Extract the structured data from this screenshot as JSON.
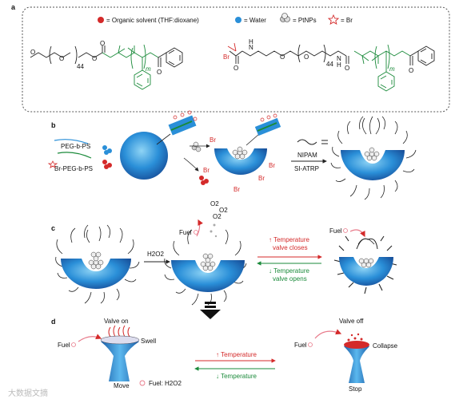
{
  "panels": {
    "a": "a",
    "b": "b",
    "c": "c",
    "d": "d"
  },
  "legend": {
    "organic": "= Organic solvent (THF:dioxane)",
    "water": "= Water",
    "ptnps": "= PtNPs",
    "br": "= Br"
  },
  "polymer": {
    "left_peg_n": "44",
    "left_ps_m": "m",
    "right_br": "Br",
    "right_nh1": "N",
    "right_nh1_h": "H",
    "right_nh2": "N",
    "right_nh2_h": "H",
    "right_peg_n": "44",
    "right_ps_m": "m"
  },
  "panel_b": {
    "peg_ps": "PEG-b-PS",
    "br_peg_ps": "Br-PEG-b-PS",
    "br1": "Br",
    "br2": "Br",
    "br3": "Br",
    "br4": "Br",
    "br5": "Br",
    "nipam": "NIPAM",
    "si_atrp": "SI-ATRP"
  },
  "panel_c": {
    "h2o2": "H2O2",
    "fuel1": "Fuel",
    "o2a": "O2",
    "o2b": "O2",
    "o2c": "O2",
    "temp_up": "Temperature",
    "valve_closes": "valve closes",
    "temp_down": "Temperature",
    "valve_opens": "valve opens",
    "fuel2": "Fuel"
  },
  "panel_d": {
    "valve_on": "Valve on",
    "fuel_left": "Fuel",
    "swell": "Swell",
    "move": "Move",
    "fuel_h2o2": "Fuel: H2O2",
    "temp_up": "Temperature",
    "temp_down": "Temperature",
    "valve_off": "Valve off",
    "fuel_right": "Fuel",
    "collapse": "Collapse",
    "stop": "Stop"
  },
  "watermark": "大数据文摘",
  "colors": {
    "red": "#d42a2a",
    "blue": "#2a8fd8",
    "green": "#1a8a3a",
    "pink": "#e87a8a"
  }
}
